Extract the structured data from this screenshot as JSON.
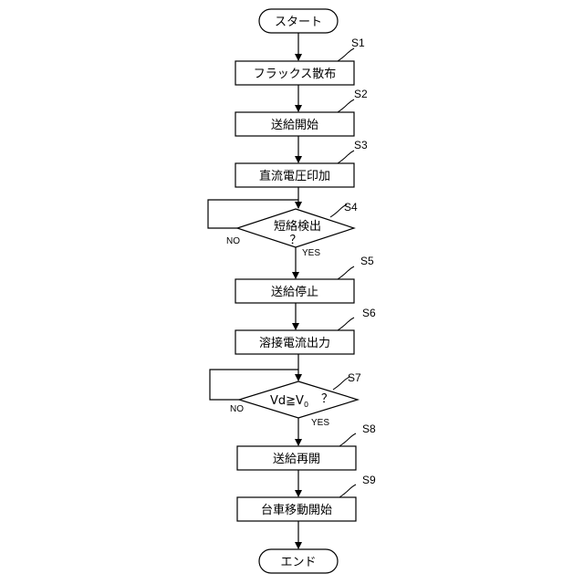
{
  "diagram": {
    "start": "スタート",
    "end": "エンド",
    "steps": [
      {
        "id": "S1",
        "label": "フラックス散布"
      },
      {
        "id": "S2",
        "label": "送給開始"
      },
      {
        "id": "S3",
        "label": "直流電圧印加"
      },
      {
        "id": "S4",
        "label_line1": "短絡検出",
        "label_line2": "？",
        "no": "NO",
        "yes": "YES"
      },
      {
        "id": "S5",
        "label": "送給停止"
      },
      {
        "id": "S6",
        "label": "溶接電流出力"
      },
      {
        "id": "S7",
        "label_main": "Vd≧V",
        "label_sub": "0",
        "label_q": "？",
        "no": "NO",
        "yes": "YES"
      },
      {
        "id": "S8",
        "label": "送給再開"
      },
      {
        "id": "S9",
        "label": "台車移動開始"
      }
    ]
  }
}
